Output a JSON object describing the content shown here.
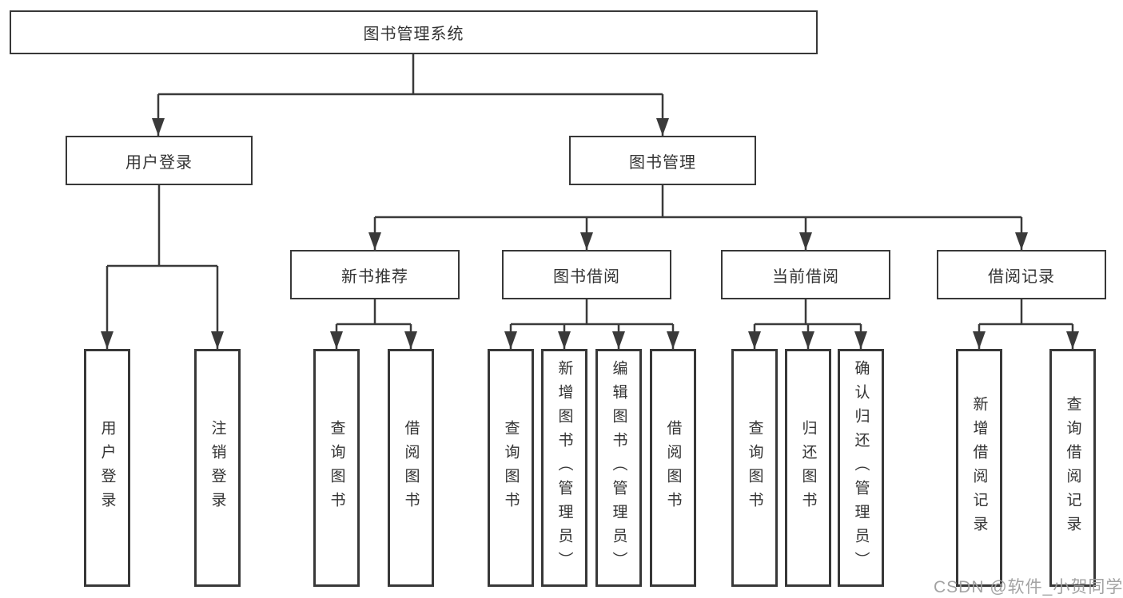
{
  "diagram": {
    "tree": {
      "label": "图书管理系统",
      "children": [
        {
          "label": "用户登录",
          "children": [
            {
              "label": "用户登录"
            },
            {
              "label": "注销登录"
            }
          ]
        },
        {
          "label": "图书管理",
          "children": [
            {
              "label": "新书推荐",
              "children": [
                {
                  "label": "查询图书"
                },
                {
                  "label": "借阅图书"
                }
              ]
            },
            {
              "label": "图书借阅",
              "children": [
                {
                  "label": "查询图书"
                },
                {
                  "label": "新增图书（管理员）"
                },
                {
                  "label": "编辑图书（管理员）"
                },
                {
                  "label": "借阅图书"
                }
              ]
            },
            {
              "label": "当前借阅",
              "children": [
                {
                  "label": "查询图书"
                },
                {
                  "label": "归还图书"
                },
                {
                  "label": "确认归还（管理员）"
                }
              ]
            },
            {
              "label": "借阅记录",
              "children": [
                {
                  "label": "新增借阅记录"
                },
                {
                  "label": "查询借阅记录"
                }
              ]
            }
          ]
        }
      ]
    },
    "colors": {
      "line": "#3a3a3a",
      "box_border": "#383838",
      "text": "#333333",
      "watermark": "#9e9e9e"
    }
  },
  "watermark": {
    "text": "CSDN @软件_小贺同学"
  }
}
